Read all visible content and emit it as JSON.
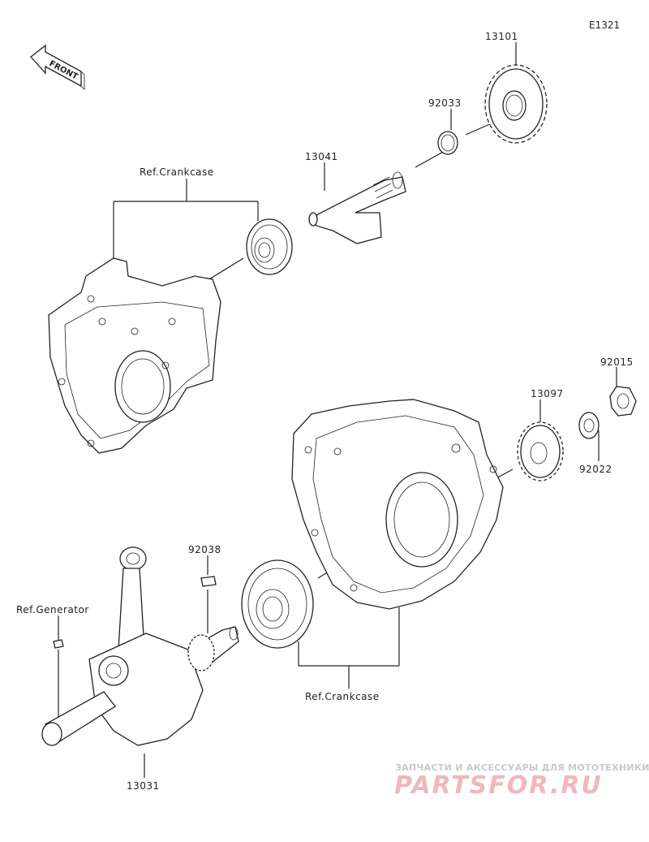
{
  "diagram_code": "E1321",
  "front_label": "FRONT",
  "labels": {
    "p13101": "13101",
    "p92033": "92033",
    "p13041": "13041",
    "ref_crankcase_top": "Ref.Crankcase",
    "p92015": "92015",
    "p13097": "13097",
    "p92022": "92022",
    "p92038": "92038",
    "ref_generator": "Ref.Generator",
    "ref_crankcase_bottom": "Ref.Crankcase",
    "p13031": "13031"
  },
  "watermark": {
    "line1": "ЗАПЧАСТИ И АКСЕССУАРЫ ДЛЯ МОТОТЕХНИКИ",
    "line2": "PARTSFOR.RU"
  }
}
